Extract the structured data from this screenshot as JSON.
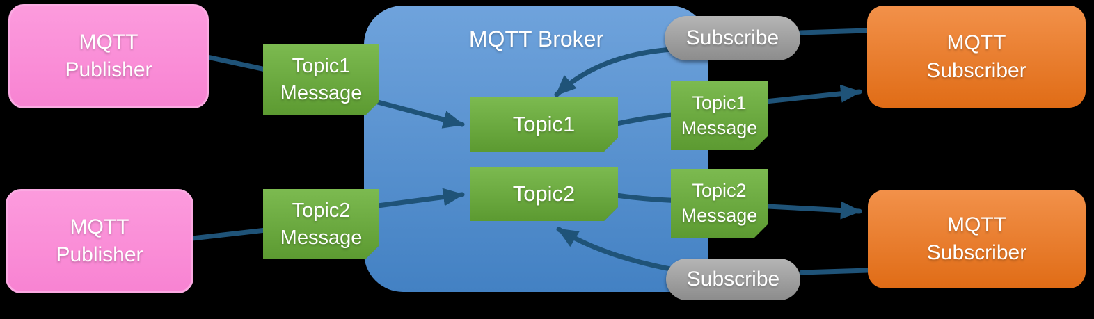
{
  "broker": {
    "title": "MQTT Broker"
  },
  "publishers": [
    {
      "label": "MQTT\nPublisher"
    },
    {
      "label": "MQTT\nPublisher"
    }
  ],
  "subscribers": [
    {
      "label": "MQTT\nSubscriber"
    },
    {
      "label": "MQTT\nSubscriber"
    }
  ],
  "topics": [
    {
      "label": "Topic1"
    },
    {
      "label": "Topic2"
    }
  ],
  "left_messages": [
    {
      "label": "Topic1\nMessage"
    },
    {
      "label": "Topic2\nMessage"
    }
  ],
  "right_messages": [
    {
      "label": "Topic1\nMessage"
    },
    {
      "label": "Topic2\nMessage"
    }
  ],
  "subscribe_pills": [
    {
      "label": "Subscribe"
    },
    {
      "label": "Subscribe"
    }
  ],
  "colors": {
    "bg": "#000000",
    "text": "#FFFFFF",
    "arrow": "#1F5378",
    "pink_top": "#FC9BDD",
    "pink_bottom": "#F883D2",
    "pink_border": "#FBAAE2",
    "green_top": "#7CBA50",
    "green_bottom": "#5C9A31",
    "green_fold": "#47761F",
    "blue_top": "#6FA3DC",
    "blue_bottom": "#4381C3",
    "orange_top": "#F2914A",
    "orange_bottom": "#E06C16",
    "gray_top": "#B5B5B5",
    "gray_bottom": "#8C8C8C"
  }
}
